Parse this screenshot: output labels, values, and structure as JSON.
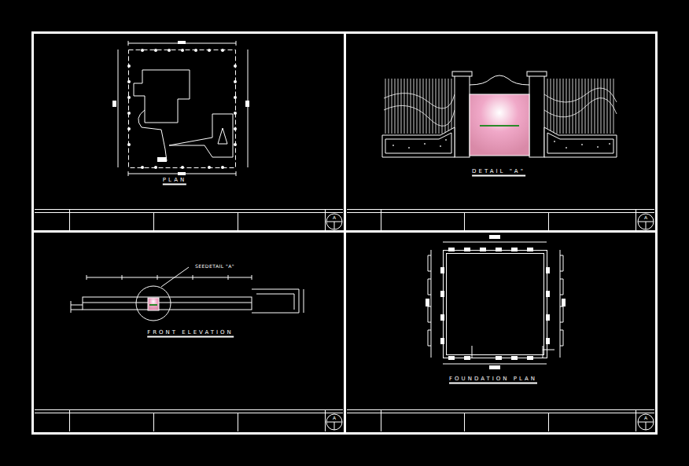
{
  "diagram": {
    "labels": [
      "PLAN",
      "DETAIL \"A\"",
      "SEEDETAIL \"A\"",
      "FRONT ELEVATION",
      "FOUNDATION PLAN",
      "A",
      "A",
      "A",
      "A"
    ]
  }
}
